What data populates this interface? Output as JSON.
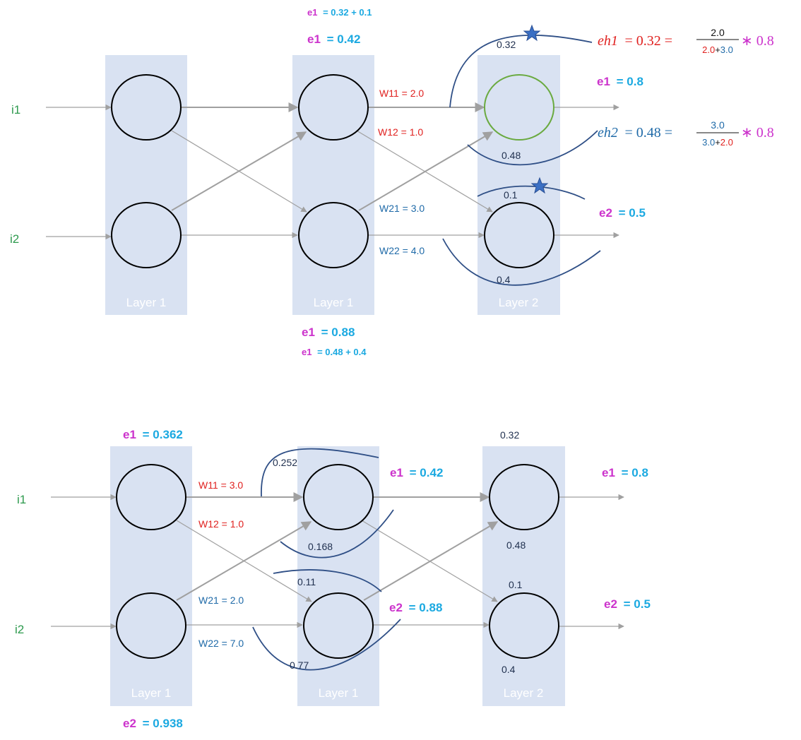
{
  "top": {
    "layers": [
      "Layer 1",
      "Layer 1",
      "Layer 2"
    ],
    "inputs": [
      "i1",
      "i2"
    ],
    "weights": {
      "w11": "W11 = 2.0",
      "w12": "W12 = 1.0",
      "w21": "W21 = 3.0",
      "w22": "W22 = 4.0"
    },
    "hidden_errors": {
      "e1_sum_key": "e1",
      "e1_sum_val": "= 0.32 + 0.1",
      "e1_key": "e1",
      "e1_val": "= 0.42",
      "e2_key": "e1",
      "e2_val": "= 0.88",
      "e2_sum_key": "e1",
      "e2_sum_val": "= 0.48 + 0.4"
    },
    "output_errors": {
      "e1_key": "e1",
      "e1_val": "= 0.8",
      "e2_key": "e2",
      "e2_val": "= 0.5"
    },
    "splits": [
      "0.32",
      "0.48",
      "0.1",
      "0.4"
    ],
    "eq1": {
      "lhs": "eh1",
      "eq": "= 0.32 =",
      "num": "2.0",
      "den_a": "2.0",
      "den_plus": "+",
      "den_b": "3.0",
      "tail": "∗ 0.8"
    },
    "eq2": {
      "lhs": "eh2",
      "eq": "= 0.48 =",
      "num": "3.0",
      "den_a": "3.0",
      "den_plus": "+",
      "den_b": "2.0",
      "tail": "∗ 0.8"
    }
  },
  "bottom": {
    "layers": [
      "Layer 1",
      "Layer 1",
      "Layer 2"
    ],
    "inputs": [
      "i1",
      "i2"
    ],
    "weights": {
      "w11": "W11 = 3.0",
      "w12": "W12 = 1.0",
      "w21": "W21 = 2.0",
      "w22": "W22 = 7.0"
    },
    "input_errors": {
      "e1_key": "e1",
      "e1_val": "= 0.362",
      "e2_key": "e2",
      "e2_val": "= 0.938"
    },
    "hidden_errors": {
      "e1_key": "e1",
      "e1_val": "= 0.42",
      "e2_key": "e2",
      "e2_val": "= 0.88"
    },
    "output_errors": {
      "e1_key": "e1",
      "e1_val": "= 0.8",
      "e2_key": "e2",
      "e2_val": "= 0.5"
    },
    "splits": [
      "0.252",
      "0.168",
      "0.11",
      "0.77",
      "0.32",
      "0.48",
      "0.1",
      "0.4"
    ]
  },
  "colors": {
    "layer_fill": "#d9e2f2",
    "error_key": "#cc33cc",
    "error_value": "#1ba9e1",
    "weight_red": "#e0211f",
    "weight_blue": "#1f6aa8",
    "input_green": "#2e9a4e",
    "curve": "#2f4f86",
    "highlight_node": "#6aaa40"
  },
  "icons": [
    "star-icon"
  ]
}
